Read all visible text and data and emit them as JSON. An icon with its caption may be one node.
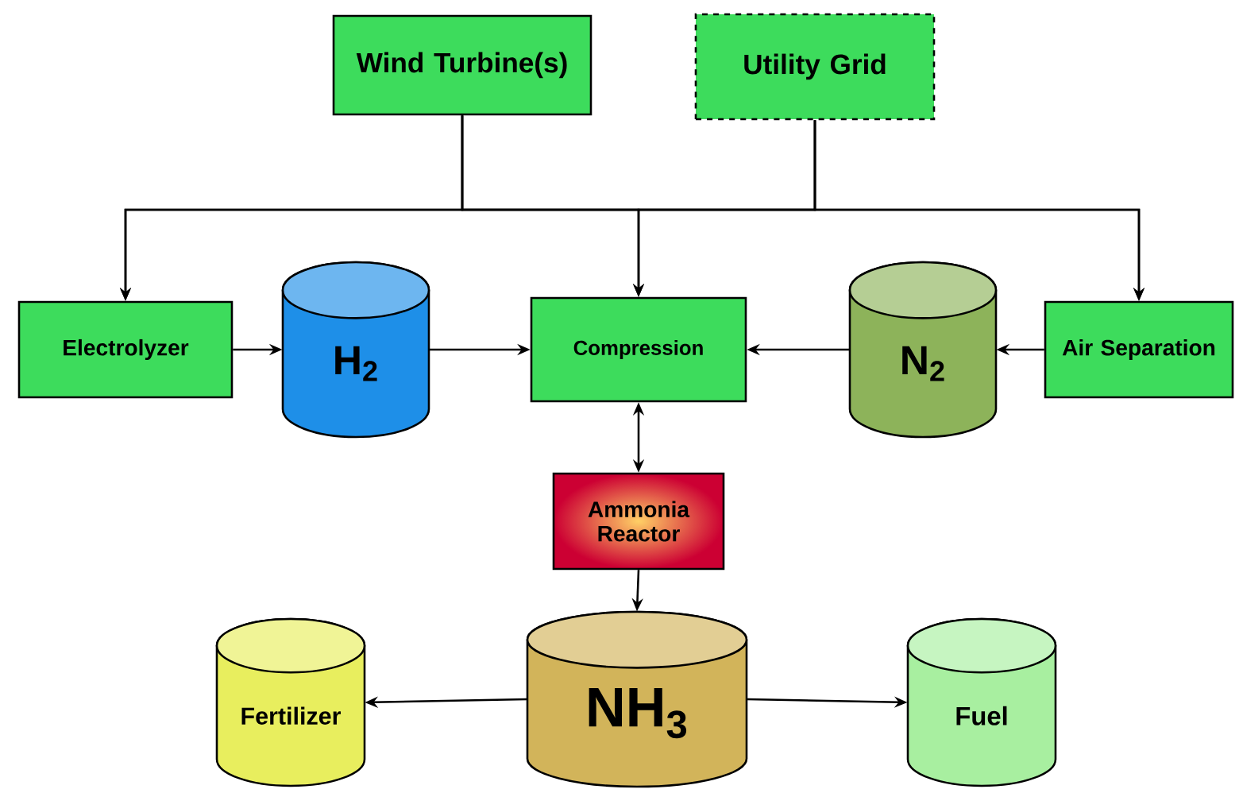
{
  "diagram": {
    "nodes": [
      {
        "text": [
          "Wind Turbine(s)"
        ]
      },
      {
        "text": [
          "Utility Grid"
        ]
      },
      {
        "text": [
          "Electrolyzer"
        ]
      },
      {
        "text": [
          "H$_{2}$"
        ]
      },
      {
        "text": [
          "Compression"
        ]
      },
      {
        "text": [
          "N$_{2}$"
        ]
      },
      {
        "text": [
          "Air Separation"
        ]
      },
      {
        "text": [
          "Ammonia Reactor"
        ]
      },
      {
        "text": [
          "NH$_{3}$"
        ]
      },
      {
        "text": [
          "Fertilizer"
        ]
      },
      {
        "text": [
          "Fuel"
        ]
      }
    ],
    "edges": [
      {
        "from": 0,
        "to": 2,
        "arrow": "to"
      },
      {
        "from": 0,
        "to": 4,
        "arrow": "to"
      },
      {
        "from": 0,
        "to": 6,
        "arrow": "to"
      },
      {
        "from": 1,
        "to": 2,
        "arrow": "to"
      },
      {
        "from": 1,
        "to": 4,
        "arrow": "to"
      },
      {
        "from": 1,
        "to": 6,
        "arrow": "to"
      },
      {
        "from": 2,
        "to": 3,
        "arrow": "to"
      },
      {
        "from": 3,
        "to": 4,
        "arrow": "to"
      },
      {
        "from": 5,
        "to": 4,
        "arrow": "to"
      },
      {
        "from": 6,
        "to": 5,
        "arrow": "to"
      },
      {
        "from": 4,
        "to": 7,
        "arrow": "both"
      },
      {
        "from": 7,
        "to": 8,
        "arrow": "to"
      },
      {
        "from": 8,
        "to": 9,
        "arrow": "to"
      },
      {
        "from": 8,
        "to": 10,
        "arrow": "to"
      }
    ]
  }
}
